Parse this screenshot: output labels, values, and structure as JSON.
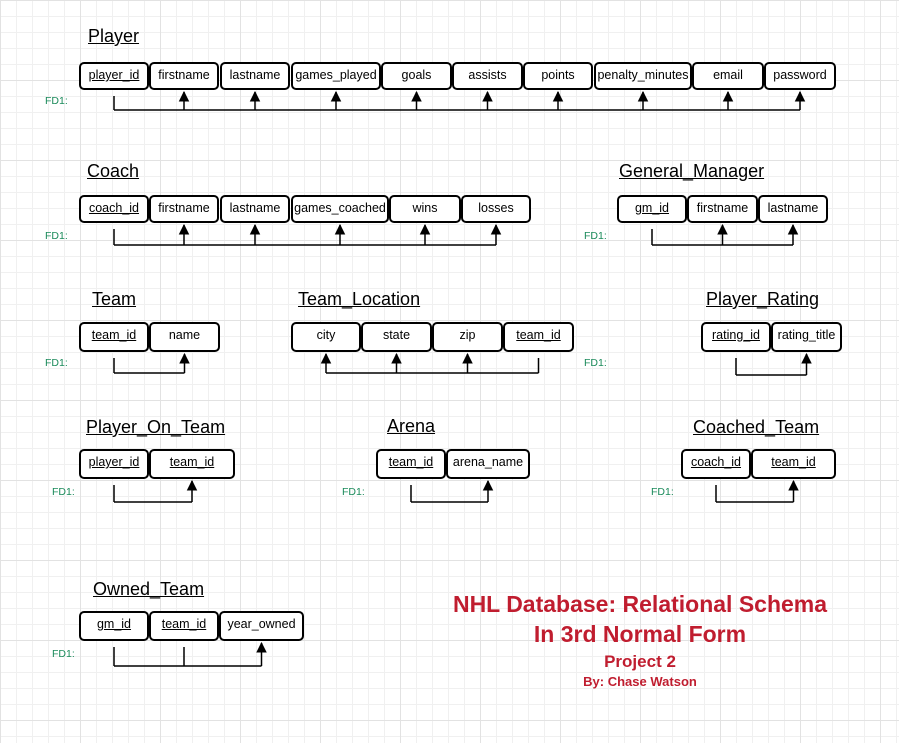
{
  "heading": {
    "line1": "NHL Database: Relational Schema",
    "line2": "In 3rd Normal Form",
    "line3": "Project 2",
    "line4": "By: Chase Watson"
  },
  "fd_label": "FD1:",
  "tables": [
    {
      "id": "player",
      "name": "Player",
      "attributes": [
        "player_id",
        "firstname",
        "lastname",
        "games_played",
        "goals",
        "assists",
        "points",
        "penalty_minutes",
        "email",
        "password"
      ],
      "keys": [
        0
      ]
    },
    {
      "id": "coach",
      "name": "Coach",
      "attributes": [
        "coach_id",
        "firstname",
        "lastname",
        "games_coached",
        "wins",
        "losses"
      ],
      "keys": [
        0
      ]
    },
    {
      "id": "general-manager",
      "name": "General_Manager",
      "attributes": [
        "gm_id",
        "firstname",
        "lastname"
      ],
      "keys": [
        0
      ]
    },
    {
      "id": "team",
      "name": "Team",
      "attributes": [
        "team_id",
        "name"
      ],
      "keys": [
        0
      ]
    },
    {
      "id": "team-location",
      "name": "Team_Location",
      "attributes": [
        "city",
        "state",
        "zip",
        "team_id"
      ],
      "keys": [
        3
      ]
    },
    {
      "id": "player-rating",
      "name": "Player_Rating",
      "attributes": [
        "rating_id",
        "rating_title"
      ],
      "keys": [
        0
      ]
    },
    {
      "id": "player-on-team",
      "name": "Player_On_Team",
      "attributes": [
        "player_id",
        "team_id"
      ],
      "keys": [
        0,
        1
      ]
    },
    {
      "id": "arena",
      "name": "Arena",
      "attributes": [
        "team_id",
        "arena_name"
      ],
      "keys": [
        0
      ]
    },
    {
      "id": "coached-team",
      "name": "Coached_Team",
      "attributes": [
        "coach_id",
        "team_id"
      ],
      "keys": [
        0,
        1
      ]
    },
    {
      "id": "owned-team",
      "name": "Owned_Team",
      "attributes": [
        "gm_id",
        "team_id",
        "year_owned"
      ],
      "keys": [
        0,
        1
      ]
    }
  ]
}
